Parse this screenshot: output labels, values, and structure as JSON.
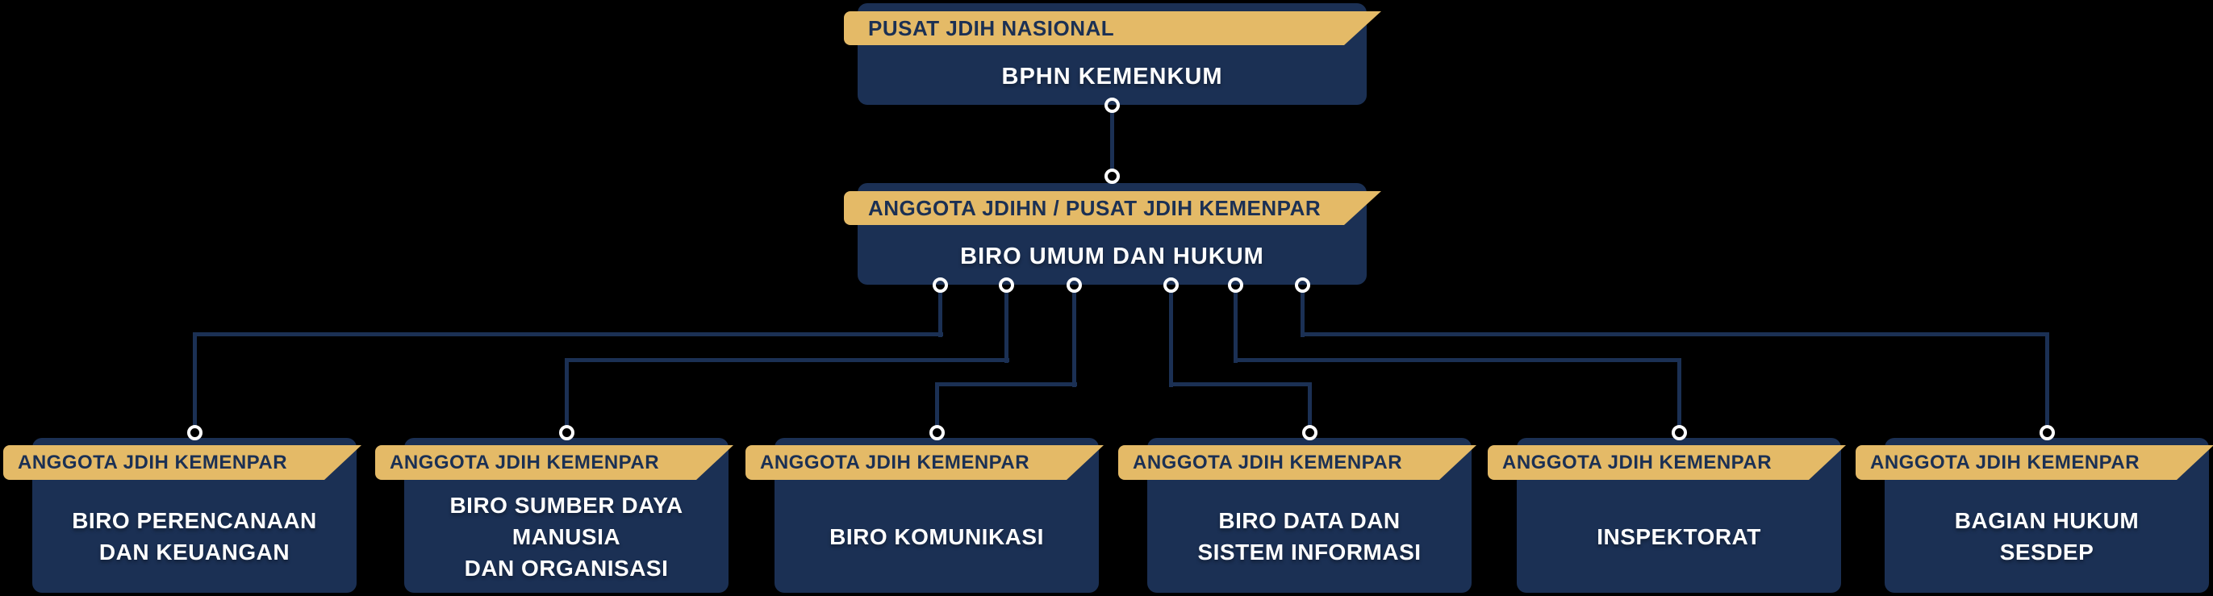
{
  "colors": {
    "background": "#000000",
    "navy": "#1B3054",
    "gold": "#E4BA67",
    "white": "#FFFFFF"
  },
  "nodes": {
    "root": {
      "banner": "PUSAT JDIH NASIONAL",
      "title": "BPHN KEMENKUM"
    },
    "middle": {
      "banner": "ANGGOTA JDIHN / PUSAT JDIH KEMENPAR",
      "title": "BIRO UMUM DAN HUKUM"
    },
    "children": [
      {
        "banner": "ANGGOTA JDIH KEMENPAR",
        "title": "BIRO PERENCANAAN\nDAN KEUANGAN"
      },
      {
        "banner": "ANGGOTA JDIH KEMENPAR",
        "title": "BIRO SUMBER DAYA\nMANUSIA\nDAN ORGANISASI"
      },
      {
        "banner": "ANGGOTA JDIH KEMENPAR",
        "title": "BIRO KOMUNIKASI"
      },
      {
        "banner": "ANGGOTA JDIH KEMENPAR",
        "title": "BIRO DATA DAN\nSISTEM INFORMASI"
      },
      {
        "banner": "ANGGOTA JDIH KEMENPAR",
        "title": "INSPEKTORAT"
      },
      {
        "banner": "ANGGOTA JDIH KEMENPAR",
        "title": "BAGIAN HUKUM\nSESDEP"
      }
    ]
  }
}
